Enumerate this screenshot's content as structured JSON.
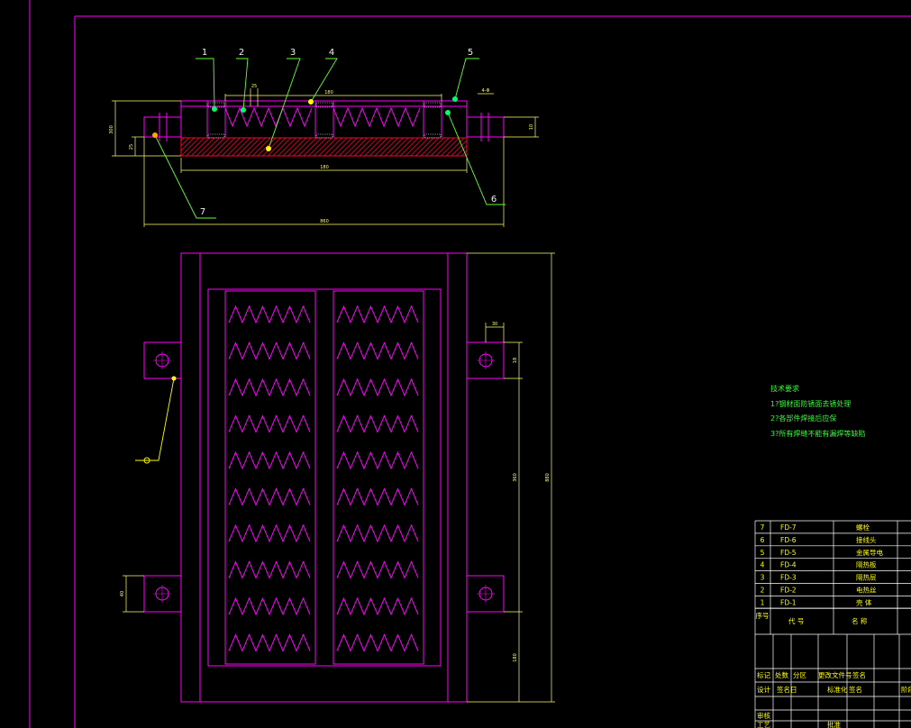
{
  "colors": {
    "background": "#000000",
    "outline": "#ff00ff",
    "dimension": "#ffff66",
    "leader": "#66ff33",
    "marker_green": "#00ff66",
    "marker_yellow": "#ffff00",
    "hatch": "#ff0033",
    "notes": "#33ff33",
    "frame": "#ff00ff"
  },
  "section_view": {
    "callouts": [
      "1",
      "2",
      "3",
      "4",
      "5",
      "6",
      "7"
    ],
    "dims": {
      "top_span": "180",
      "top_small": "25",
      "right_small": "4-Φ",
      "left_height": "300",
      "left_small": "25",
      "right_height": "10",
      "inner_width": "180",
      "overall_width": "860"
    }
  },
  "plan_view": {
    "dims": {
      "lug_width": "30",
      "lug_height": "18",
      "mid_height": "360",
      "lower_height": "180",
      "total_height": "880",
      "left_lug": "40"
    }
  },
  "notes": {
    "title": "技术要求",
    "items": [
      "1?钢材面防锈面去锈处理",
      "2?各部件焊接后应保",
      "3?所有焊缝不能有漏焊等缺陷"
    ]
  },
  "bom": {
    "rows": [
      {
        "seq": "7",
        "code": "FD-7",
        "name": "螺栓"
      },
      {
        "seq": "6",
        "code": "FD-6",
        "name": "接线头"
      },
      {
        "seq": "5",
        "code": "FD-5",
        "name": "金属导电"
      },
      {
        "seq": "4",
        "code": "FD-4",
        "name": "隔热板"
      },
      {
        "seq": "3",
        "code": "FD-3",
        "name": "隔热层"
      },
      {
        "seq": "2",
        "code": "FD-2",
        "name": "电热丝"
      },
      {
        "seq": "1",
        "code": "FD-1",
        "name": "壳 体"
      }
    ],
    "header": {
      "seq": "序号",
      "code": "代 号",
      "name": "名 称"
    }
  },
  "title_block": {
    "row1": [
      "标记",
      "处数",
      "分区",
      "更改文件号",
      "签名"
    ],
    "row2": [
      "设计",
      "签名日",
      "标准化",
      "签名",
      "阶段"
    ],
    "row3": [
      "审核"
    ],
    "row4": [
      "工艺",
      "批准"
    ]
  }
}
